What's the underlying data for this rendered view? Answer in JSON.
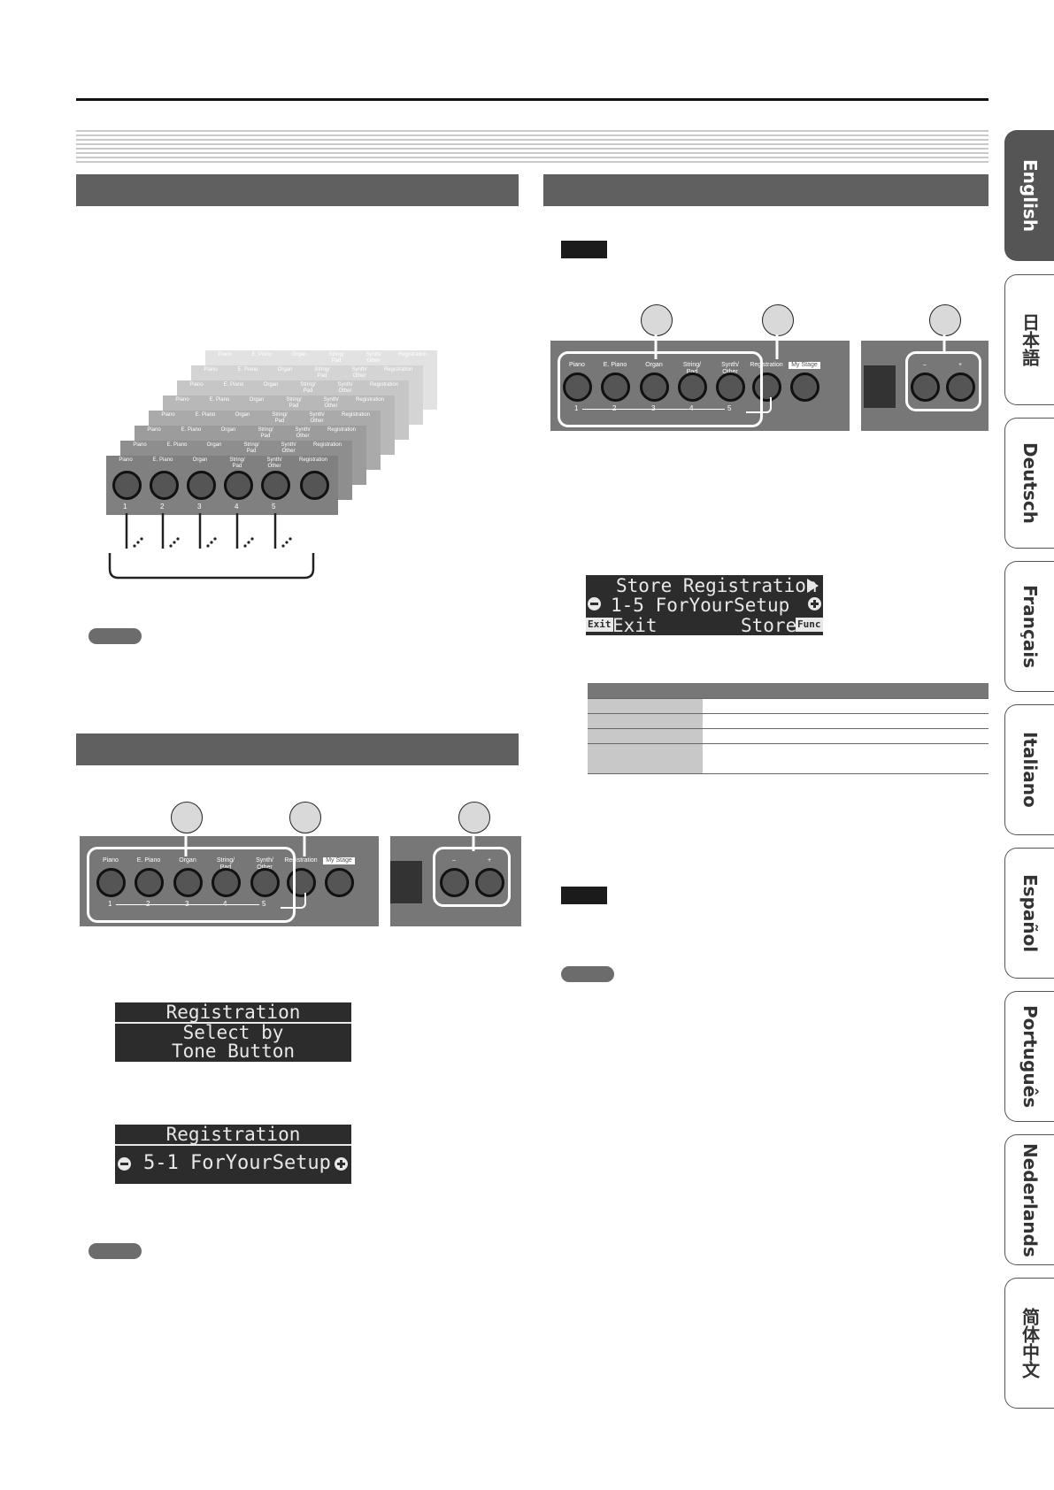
{
  "tone_buttons": {
    "labels": [
      "Piano",
      "E. Piano",
      "Organ",
      "String/\nPad",
      "Synth/\nOther",
      "Registration",
      "My Stage"
    ],
    "numbers": [
      "1",
      "2",
      "3",
      "4",
      "5"
    ],
    "minus": "–",
    "plus": "+"
  },
  "lcd_store": {
    "line1": "Store Registration",
    "line2": "1-5 ForYourSetup",
    "line3_left": "Exit",
    "line3_right": "Store",
    "exit_key": "Exit",
    "func_key": "Func"
  },
  "lcd_select": {
    "title": "Registration",
    "line2": "Select by",
    "line3": "Tone Button"
  },
  "lcd_recall": {
    "title": "Registration",
    "line2": "5-1 ForYourSetup"
  },
  "language_tabs": [
    {
      "label": "English",
      "active": true
    },
    {
      "label": "日本語",
      "active": false
    },
    {
      "label": "Deutsch",
      "active": false
    },
    {
      "label": "Français",
      "active": false
    },
    {
      "label": "Italiano",
      "active": false
    },
    {
      "label": "Español",
      "active": false
    },
    {
      "label": "Português",
      "active": false
    },
    {
      "label": "Nederlands",
      "active": false
    },
    {
      "label": "简体中文",
      "active": false
    }
  ],
  "colors": {
    "section_bar": "#606060",
    "panel": "#777777",
    "lcd_bg": "#2c2c2c",
    "active_tab": "#555555"
  }
}
